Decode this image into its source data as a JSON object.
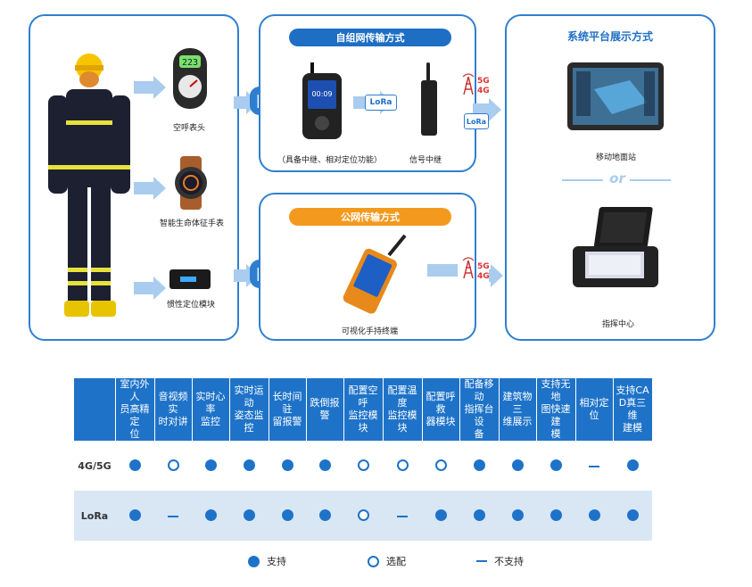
{
  "left_panel": {
    "items": [
      {
        "label": "空呼表头"
      },
      {
        "label": "智能生命体征手表"
      },
      {
        "label": "惯性定位模块"
      }
    ]
  },
  "top_panel": {
    "title": "自组网传输方式",
    "radio_label": "（具备中继、相对定位功能）",
    "relay_label": "信号中继",
    "radio_time": "00:09",
    "lora": "LoRa"
  },
  "bottom_panel": {
    "title": "公网传输方式",
    "terminal_label": "可视化手持终端"
  },
  "right_panel": {
    "title": "系统平台展示方式",
    "ground_station_label": "移动地面站",
    "or_text": "or",
    "command_center_label": "指挥中心"
  },
  "gauge_reading": "223",
  "tower_text": "5G\n4G",
  "features": {
    "columns": [
      "室内外人员高精定位",
      "音视频实时对讲",
      "实时心率监控",
      "实时运动姿态监控",
      "长时间驻留报警",
      "跌倒报警",
      "配置空呼监控模块",
      "配置温度监控模块",
      "配置呼救器模块",
      "配备移动指挥台设备",
      "建筑物三维展示",
      "支持无地图快速建模",
      "相对定位",
      "支持CAD真三维建模"
    ],
    "rows": [
      {
        "label": "4G/5G",
        "values": [
          "dot",
          "ring",
          "dot",
          "dot",
          "dot",
          "dot",
          "ring",
          "ring",
          "ring",
          "dot",
          "dot",
          "dot",
          "dash",
          "dot"
        ]
      },
      {
        "label": "LoRa",
        "values": [
          "dot",
          "dash",
          "dot",
          "dot",
          "dot",
          "dot",
          "ring",
          "dash",
          "dot",
          "dot",
          "dot",
          "dot",
          "dot",
          "dot"
        ]
      }
    ]
  },
  "legend": {
    "support": "支持",
    "optional": "选配",
    "not_support": "不支持"
  },
  "colors": {
    "accent": "#1e73c8",
    "orange": "#f39a1e",
    "arrow": "#a9ccef"
  }
}
